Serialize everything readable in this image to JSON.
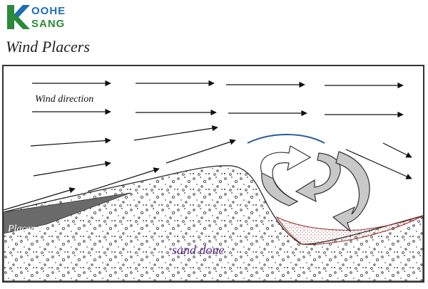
{
  "brand": {
    "line1": "OOHE",
    "line2": "SANG",
    "letter": "K",
    "color_line1": "#1a6fb5",
    "color_line2": "#2a8a3c",
    "color_k": "#2a8a3c"
  },
  "title": "Wind Placers",
  "diagram": {
    "wind_label": "Wind direction",
    "placer_label": "Placer",
    "dune_label": "sand done",
    "colors": {
      "dune_label": "#5a2b8a",
      "placer": "#6a6a6a",
      "deposit": "#9a2a2a",
      "arc": "#2b5a9a",
      "swirl": "#c8c8c8"
    }
  }
}
